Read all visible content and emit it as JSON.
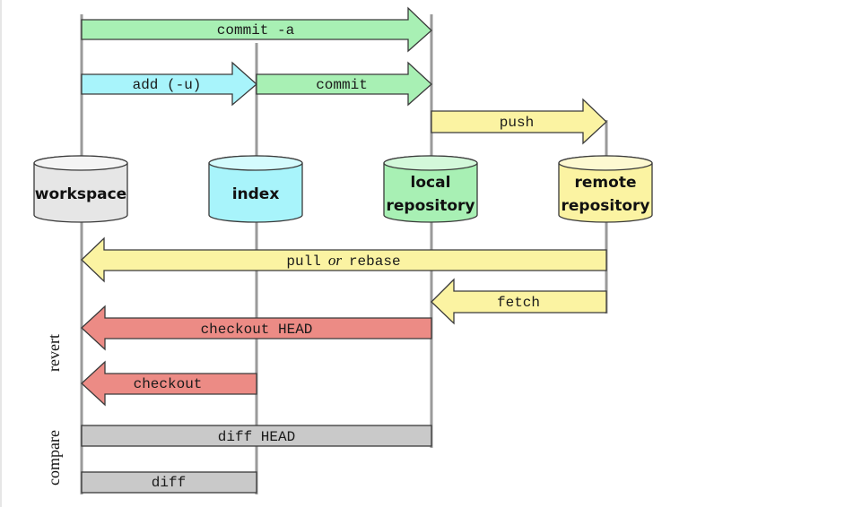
{
  "colors": {
    "green": "#a8f0b4",
    "cyan": "#a8f4fb",
    "yellow": "#fbf3a2",
    "red": "#ec8b85",
    "gray": "#c9c9c9",
    "workspace": "#e6e6e6"
  },
  "stores": {
    "workspace": {
      "lines": [
        "workspace"
      ],
      "color": "#e6e6e6"
    },
    "index": {
      "lines": [
        "index"
      ],
      "color": "#a8f4fb"
    },
    "local": {
      "lines": [
        "local",
        "repository"
      ],
      "color": "#a8f0b4"
    },
    "remote": {
      "lines": [
        "remote",
        "repository"
      ],
      "color": "#fbf3a2"
    }
  },
  "commands": {
    "commit_all": "commit -a",
    "add": "add (-u)",
    "commit": "commit",
    "push": "push",
    "pull": "pull",
    "or": "or",
    "rebase": "rebase",
    "fetch": "fetch",
    "checkout_head": "checkout HEAD",
    "checkout": "checkout",
    "diff_head": "diff HEAD",
    "diff": "diff"
  },
  "groups": {
    "revert": "revert",
    "compare": "compare"
  }
}
